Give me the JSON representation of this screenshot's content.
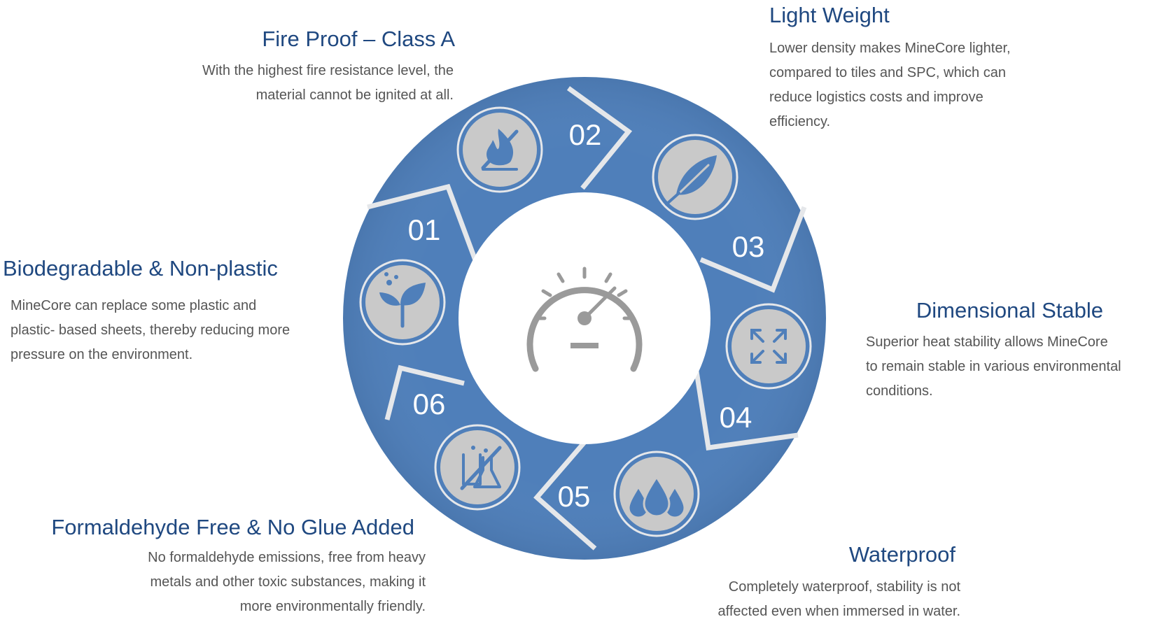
{
  "colors": {
    "ring": "#4f7fba",
    "ring_edge": "#e5e7ea",
    "icon_fill": "#c9c9c9",
    "title": "#1f4880",
    "body_text": "#555555",
    "gauge": "#999999"
  },
  "center": {
    "icon": "speedometer-icon"
  },
  "segments": [
    {
      "number": "01",
      "icon": "leaf-icon"
    },
    {
      "number": "02",
      "icon": "no-fire-icon"
    },
    {
      "number": "03",
      "icon": "feather-icon"
    },
    {
      "number": "04",
      "icon": "expand-arrows-icon"
    },
    {
      "number": "05",
      "icon": "water-drops-icon"
    },
    {
      "number": "06",
      "icon": "no-chemicals-icon"
    }
  ],
  "features": {
    "fire": {
      "title": "Fire Proof –  Class A",
      "lines": [
        "With the highest fire resistance level, the",
        "material  cannot  be  ignited  at  all."
      ]
    },
    "light": {
      "title": "Light Weight",
      "lines": [
        "Lower  density  makes  MineCore  lighter,",
        "compared  to  tiles  and  SPC,  which  can",
        "reduce  logistics  costs  and  improve",
        "efficiency."
      ]
    },
    "bio": {
      "title": "Biodegradable & Non-plastic",
      "lines": [
        "MineCore  can  replace  some  plastic  and",
        "plastic-  based  sheets,  thereby  reducing  more",
        "pressure  on  the  environment."
      ]
    },
    "dimensional": {
      "title": "Dimensional Stable",
      "lines": [
        "Superior heat stability  allows  MineCore",
        "to remain stable  in  various  environmental",
        "conditions."
      ]
    },
    "formaldehyde": {
      "title": "Formaldehyde Free & No Glue Added",
      "lines": [
        "No  formaldehyde  emissions,  free  from  heavy",
        "metals  and  other  toxic  substances,  making  it",
        "more  environmentally  friendly."
      ]
    },
    "waterproof": {
      "title": "Waterproof",
      "lines": [
        "Completely  waterproof,  stability  is  not",
        "affected  even  when  immersed  in  water."
      ]
    }
  }
}
